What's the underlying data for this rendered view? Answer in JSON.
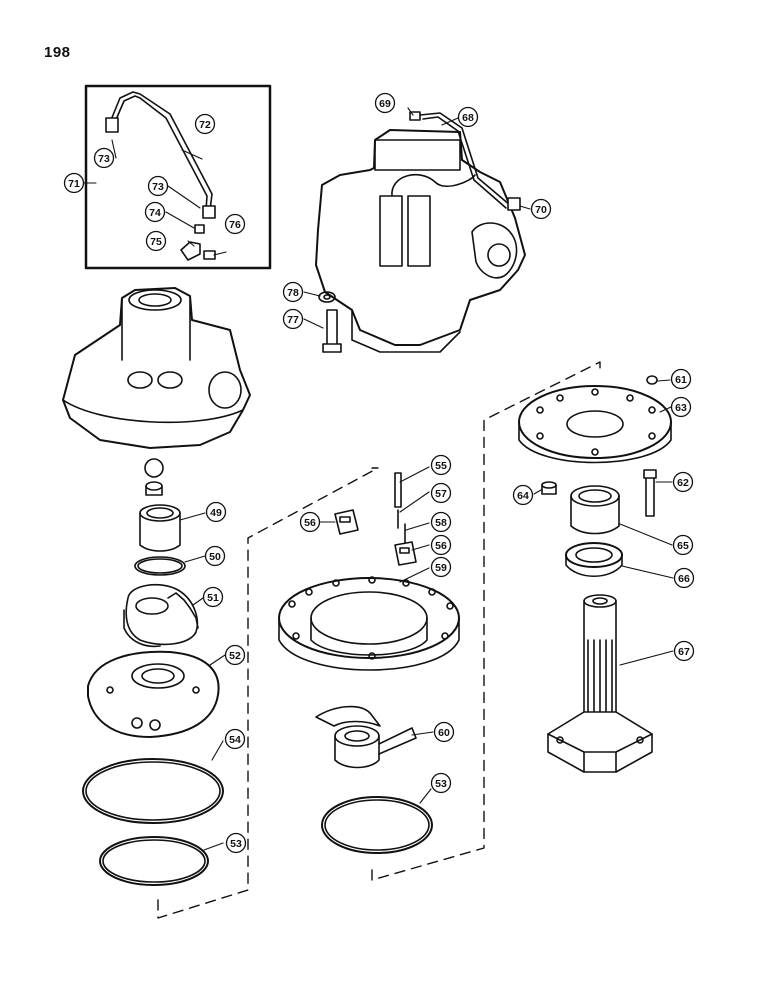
{
  "page": {
    "number": "198"
  },
  "callouts": [
    {
      "id": "c49",
      "label": "49"
    },
    {
      "id": "c50",
      "label": "50"
    },
    {
      "id": "c51",
      "label": "51"
    },
    {
      "id": "c52",
      "label": "52"
    },
    {
      "id": "c53a",
      "label": "53"
    },
    {
      "id": "c53b",
      "label": "53"
    },
    {
      "id": "c54",
      "label": "54"
    },
    {
      "id": "c55",
      "label": "55"
    },
    {
      "id": "c56a",
      "label": "56"
    },
    {
      "id": "c56b",
      "label": "56"
    },
    {
      "id": "c57",
      "label": "57"
    },
    {
      "id": "c58",
      "label": "58"
    },
    {
      "id": "c59",
      "label": "59"
    },
    {
      "id": "c60",
      "label": "60"
    },
    {
      "id": "c61",
      "label": "61"
    },
    {
      "id": "c62",
      "label": "62"
    },
    {
      "id": "c63",
      "label": "63"
    },
    {
      "id": "c64",
      "label": "64"
    },
    {
      "id": "c65",
      "label": "65"
    },
    {
      "id": "c66",
      "label": "66"
    },
    {
      "id": "c67",
      "label": "67"
    },
    {
      "id": "c68",
      "label": "68"
    },
    {
      "id": "c69",
      "label": "69"
    },
    {
      "id": "c70",
      "label": "70"
    },
    {
      "id": "c71",
      "label": "71"
    },
    {
      "id": "c72",
      "label": "72"
    },
    {
      "id": "c73a",
      "label": "73"
    },
    {
      "id": "c73b",
      "label": "73"
    },
    {
      "id": "c74",
      "label": "74"
    },
    {
      "id": "c75",
      "label": "75"
    },
    {
      "id": "c76",
      "label": "76"
    },
    {
      "id": "c77",
      "label": "77"
    },
    {
      "id": "c78",
      "label": "78"
    }
  ]
}
